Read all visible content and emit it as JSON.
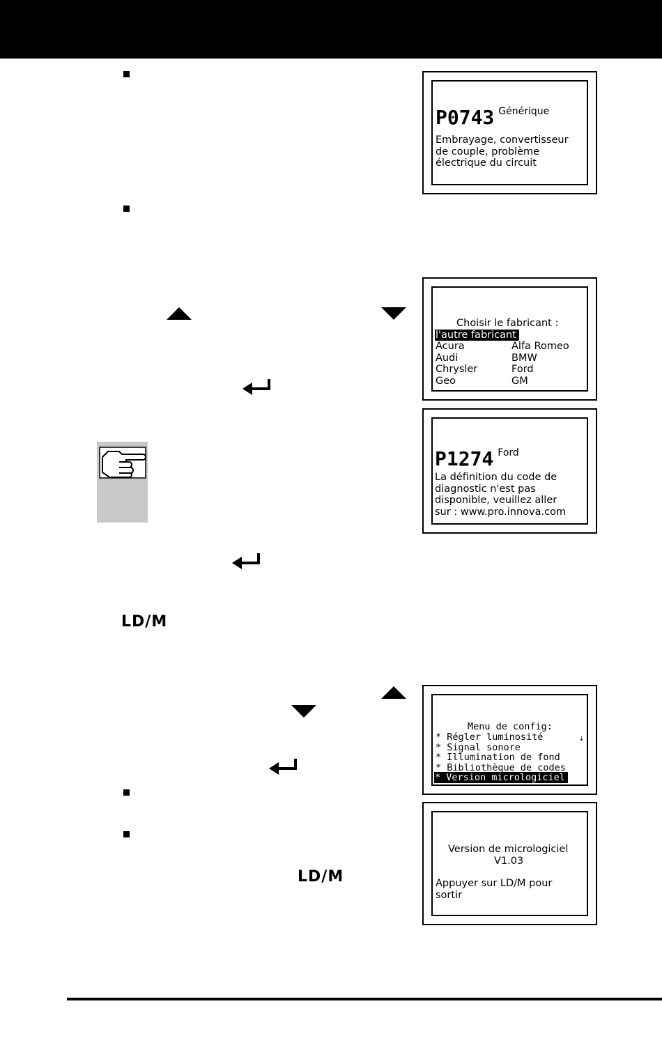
{
  "screens": {
    "generic_code": {
      "code": "P0743",
      "type": "Générique",
      "description_lines": [
        "Embrayage, convertisseur",
        "de couple, problème",
        "électrique du circuit"
      ]
    },
    "manufacturer": {
      "title": "Choisir le fabricant :",
      "selected": "l'autre fabricant",
      "col1": [
        "Acura",
        "Audi",
        "Chrysler",
        "Geo"
      ],
      "col2": [
        "Alfa Romeo",
        "BMW",
        "Ford",
        "GM"
      ]
    },
    "ford_code": {
      "code": "P1274",
      "type": "Ford",
      "description_lines": [
        "La définition du code de",
        "diagnostic n'est pas",
        "disponible, veuillez aller",
        "sur : www.pro.innova.com"
      ]
    },
    "config_menu": {
      "title": "Menu de config:",
      "items": [
        "* Régler luminosité",
        "* Signal sonore",
        "* Illumination de fond",
        "* Bibliothèque de codes"
      ],
      "selected": "* Version micrologiciel",
      "scroll_glyph": "⇣"
    },
    "firmware": {
      "title": "Version de micrologiciel",
      "version": "V1.03",
      "instruction_lines": [
        "Appuyer sur LD/M pour",
        "sortir"
      ]
    }
  },
  "icons": {
    "ldm_label": "LD/M",
    "up": "up-arrow-icon",
    "down": "down-arrow-icon",
    "enter": "enter-icon",
    "note": "pointing-hand-icon"
  }
}
